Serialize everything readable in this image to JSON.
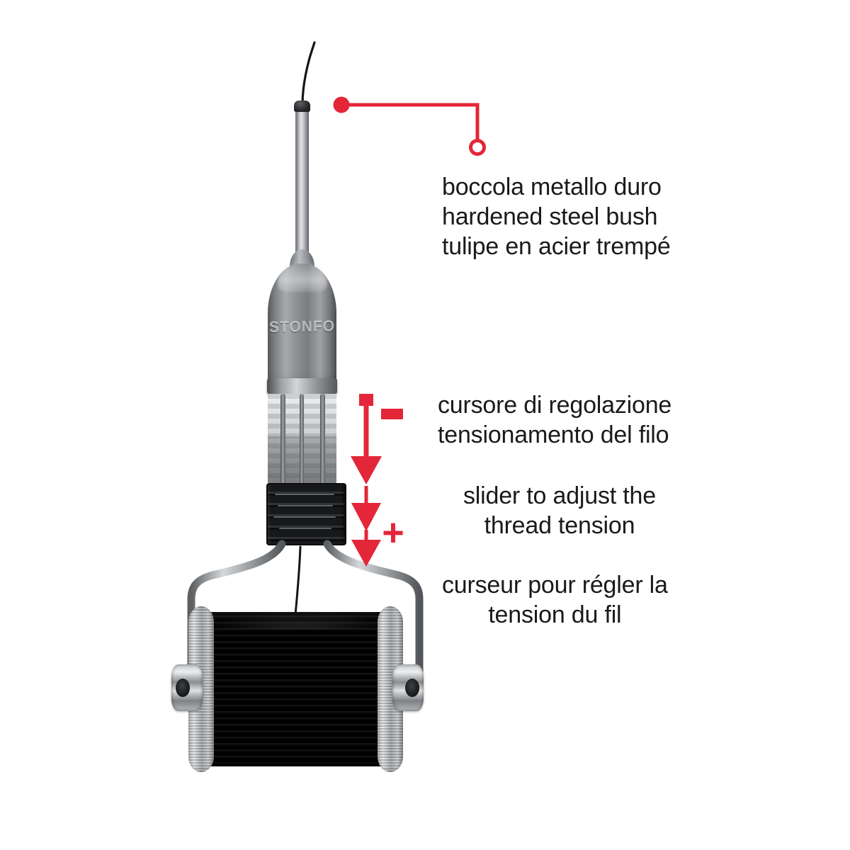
{
  "document": {
    "title": "Stonfo bobbin holder — annotated diagram",
    "background_color": "#ffffff",
    "accent_color": "#E32739",
    "text_color": "#1a1a1a"
  },
  "product": {
    "brand_engraving": "STONFO",
    "description": "fly tying bobbin holder with ceramic-free hardened steel bush and sliding thread-tension regulator holding a black thread spool"
  },
  "annotations": [
    {
      "id": "hardened-steel-bush",
      "target": "tube tip bush at top of bobbin holder",
      "lines_it": "boccola metallo duro",
      "lines_en": "hardened steel bush",
      "lines_fr": "tulipe en acier trempé",
      "marker": {
        "filled_dot": true,
        "open_circle": true,
        "leader": "elbow"
      }
    },
    {
      "id": "thread-tension-slider",
      "target": "sliding tension regulator",
      "lines_it_1": "cursore di regolazione",
      "lines_it_2": "tensionamento del filo",
      "lines_en_1": "slider to adjust the",
      "lines_en_2": "thread tension",
      "lines_fr_1": "curseur pour régler la",
      "lines_fr_2": "tension du fil",
      "minus_symbol": "−",
      "plus_symbol": "+",
      "direction_hint": "arrows point downward from minus (less tension) to plus (more tension)"
    }
  ],
  "text_blocks": {
    "bush": "boccola metallo duro\nhardened steel bush\ntulipe en acier trempé",
    "slider_it": "cursore di regolazione\ntensionamento del filo",
    "slider_en": "slider to adjust the\nthread tension",
    "slider_fr": "curseur pour régler la\ntension du fil"
  },
  "symbols": {
    "minus": "−",
    "plus": "+"
  }
}
